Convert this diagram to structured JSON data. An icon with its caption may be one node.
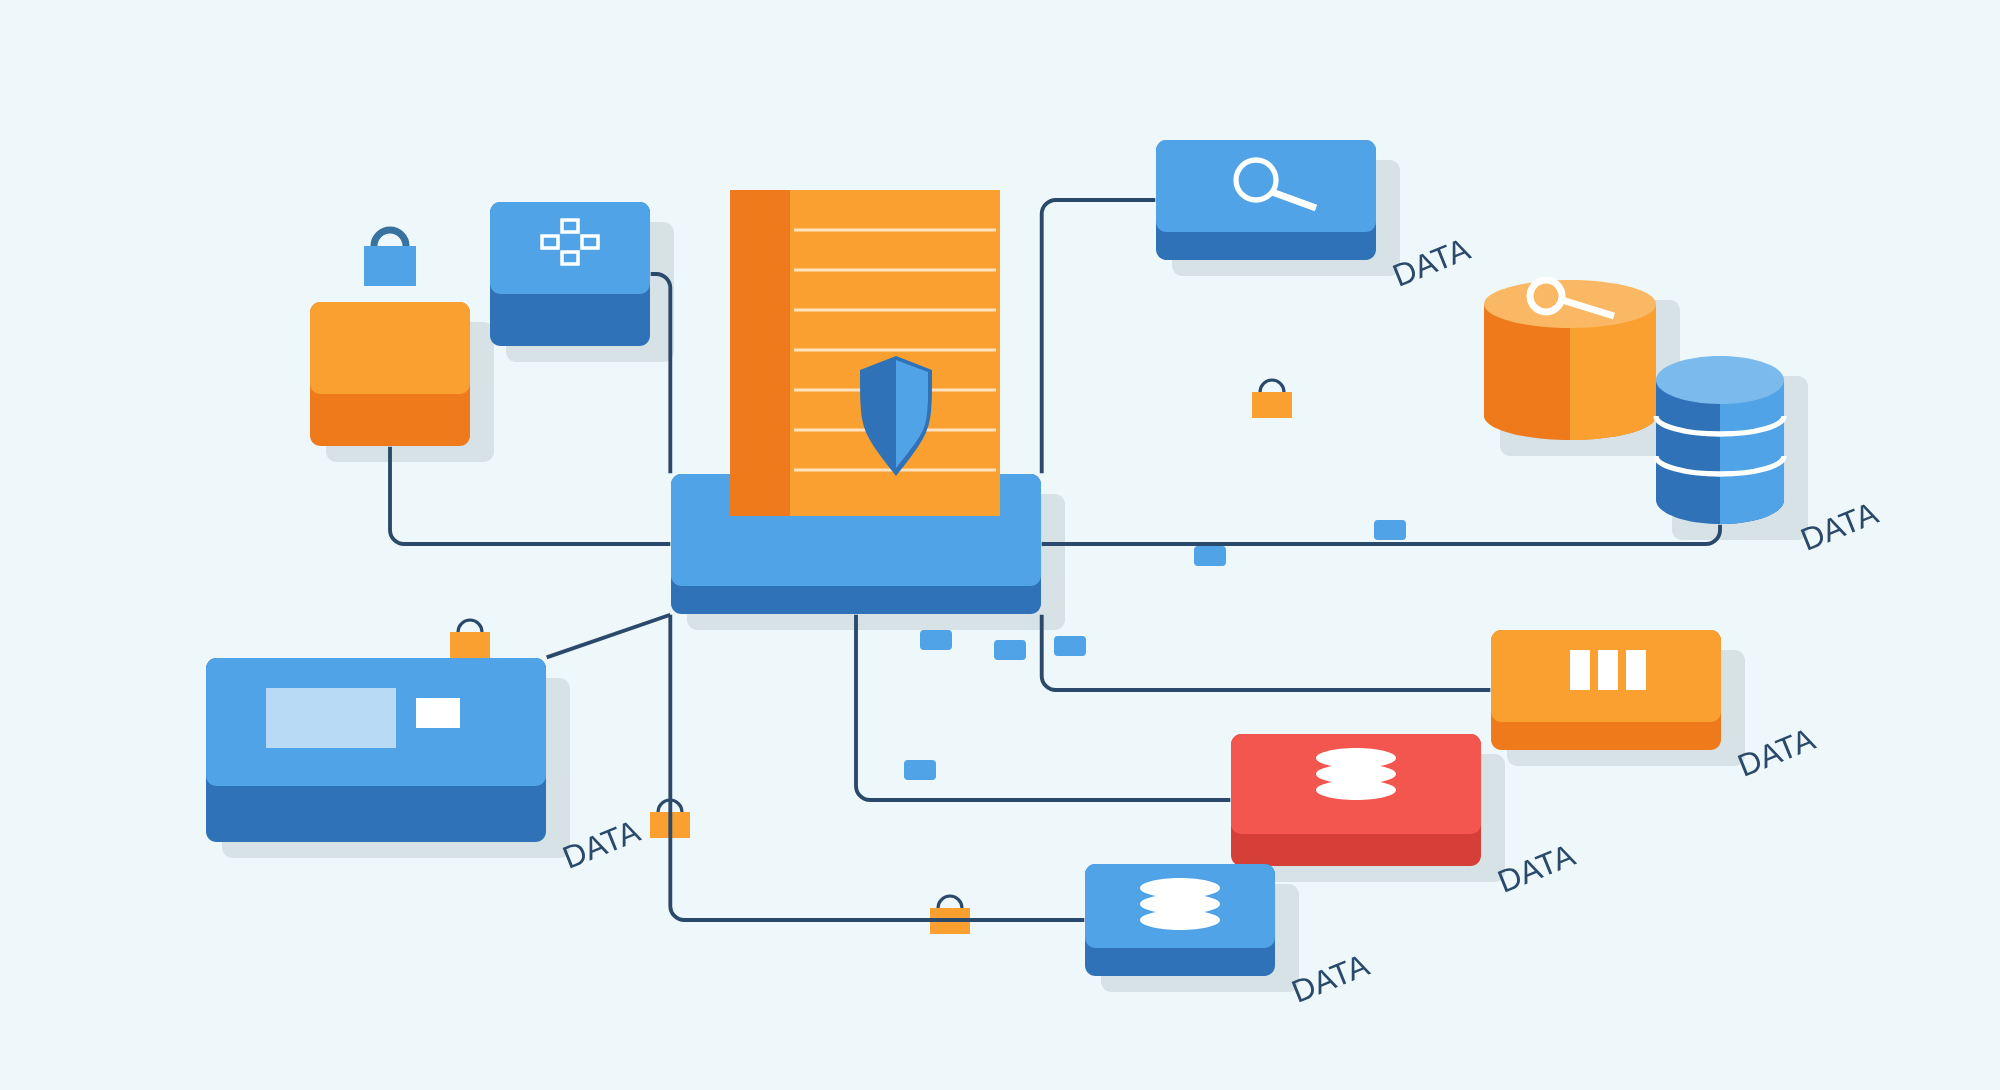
{
  "diagram": {
    "nodes": [
      {
        "text": [],
        "shape": "picture"
      },
      {
        "text": [],
        "shape": "box"
      },
      {
        "text": [],
        "shape": "box"
      },
      {
        "text": [],
        "shape": "box",
        "beside": [
          "DATA"
        ]
      },
      {
        "text": [],
        "shape": "cylinder"
      },
      {
        "text": [],
        "shape": "cylinder",
        "beside": [
          "DATA"
        ]
      },
      {
        "text": [],
        "shape": "box",
        "beside": [
          "DATA"
        ]
      },
      {
        "text": [],
        "shape": "box",
        "beside": [
          "DATA"
        ]
      },
      {
        "text": [],
        "shape": "box",
        "beside": [
          "DATA"
        ]
      },
      {
        "text": [],
        "shape": "box",
        "beside": [
          "DATA"
        ]
      }
    ],
    "edges": [
      {
        "from": 0,
        "to": 1,
        "arrow": "none"
      },
      {
        "from": 0,
        "to": 2,
        "arrow": "none"
      },
      {
        "from": 0,
        "to": 3,
        "arrow": "none"
      },
      {
        "from": 0,
        "to": 5,
        "arrow": "none"
      },
      {
        "from": 0,
        "to": 6,
        "arrow": "none"
      },
      {
        "from": 0,
        "to": 7,
        "arrow": "none"
      },
      {
        "from": 0,
        "to": 8,
        "arrow": "none"
      },
      {
        "from": 0,
        "to": 9,
        "arrow": "none"
      }
    ]
  }
}
